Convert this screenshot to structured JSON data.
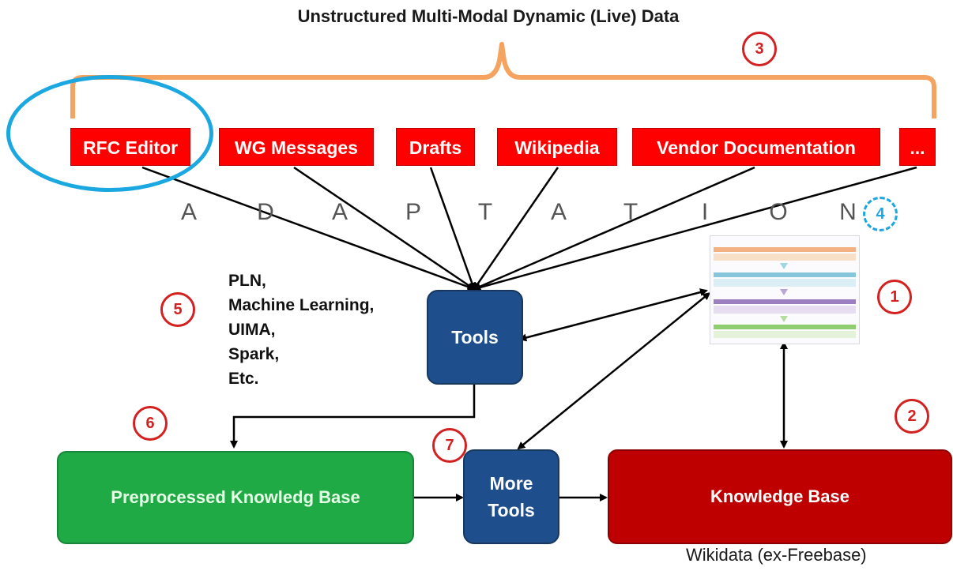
{
  "title": "Unstructured Multi-Modal Dynamic (Live)  Data",
  "sources": [
    {
      "label": "RFC Editor"
    },
    {
      "label": "WG Messages"
    },
    {
      "label": "Drafts"
    },
    {
      "label": "Wikipedia"
    },
    {
      "label": "Vendor Documentation"
    },
    {
      "label": "..."
    }
  ],
  "adaptation_letters": [
    "A",
    "D",
    "A",
    "P",
    "T",
    "A",
    "T",
    "I",
    "O",
    "N"
  ],
  "numbers": {
    "n1": "1",
    "n2": "2",
    "n3": "3",
    "n4": "4",
    "n5": "5",
    "n6": "6",
    "n7": "7"
  },
  "tool_list": [
    "PLN,",
    "Machine Learning,",
    "UIMA,",
    "Spark,",
    "Etc."
  ],
  "tools_box": "Tools",
  "more_tools_box": {
    "line1": "More",
    "line2": "Tools"
  },
  "preprocessed_box": "Preprocessed Knowledg Base",
  "knowledge_box": "Knowledge Base",
  "knowledge_caption": "Wikidata (ex-Freebase)",
  "colors": {
    "source_red": "#ff0000",
    "bracket_orange": "#f4a460",
    "highlight_blue": "#1ba7df",
    "tools_blue": "#1f4e8c",
    "preprocessed_green": "#1faa45",
    "knowledge_red": "#bf0000",
    "number_red": "#d32020"
  }
}
